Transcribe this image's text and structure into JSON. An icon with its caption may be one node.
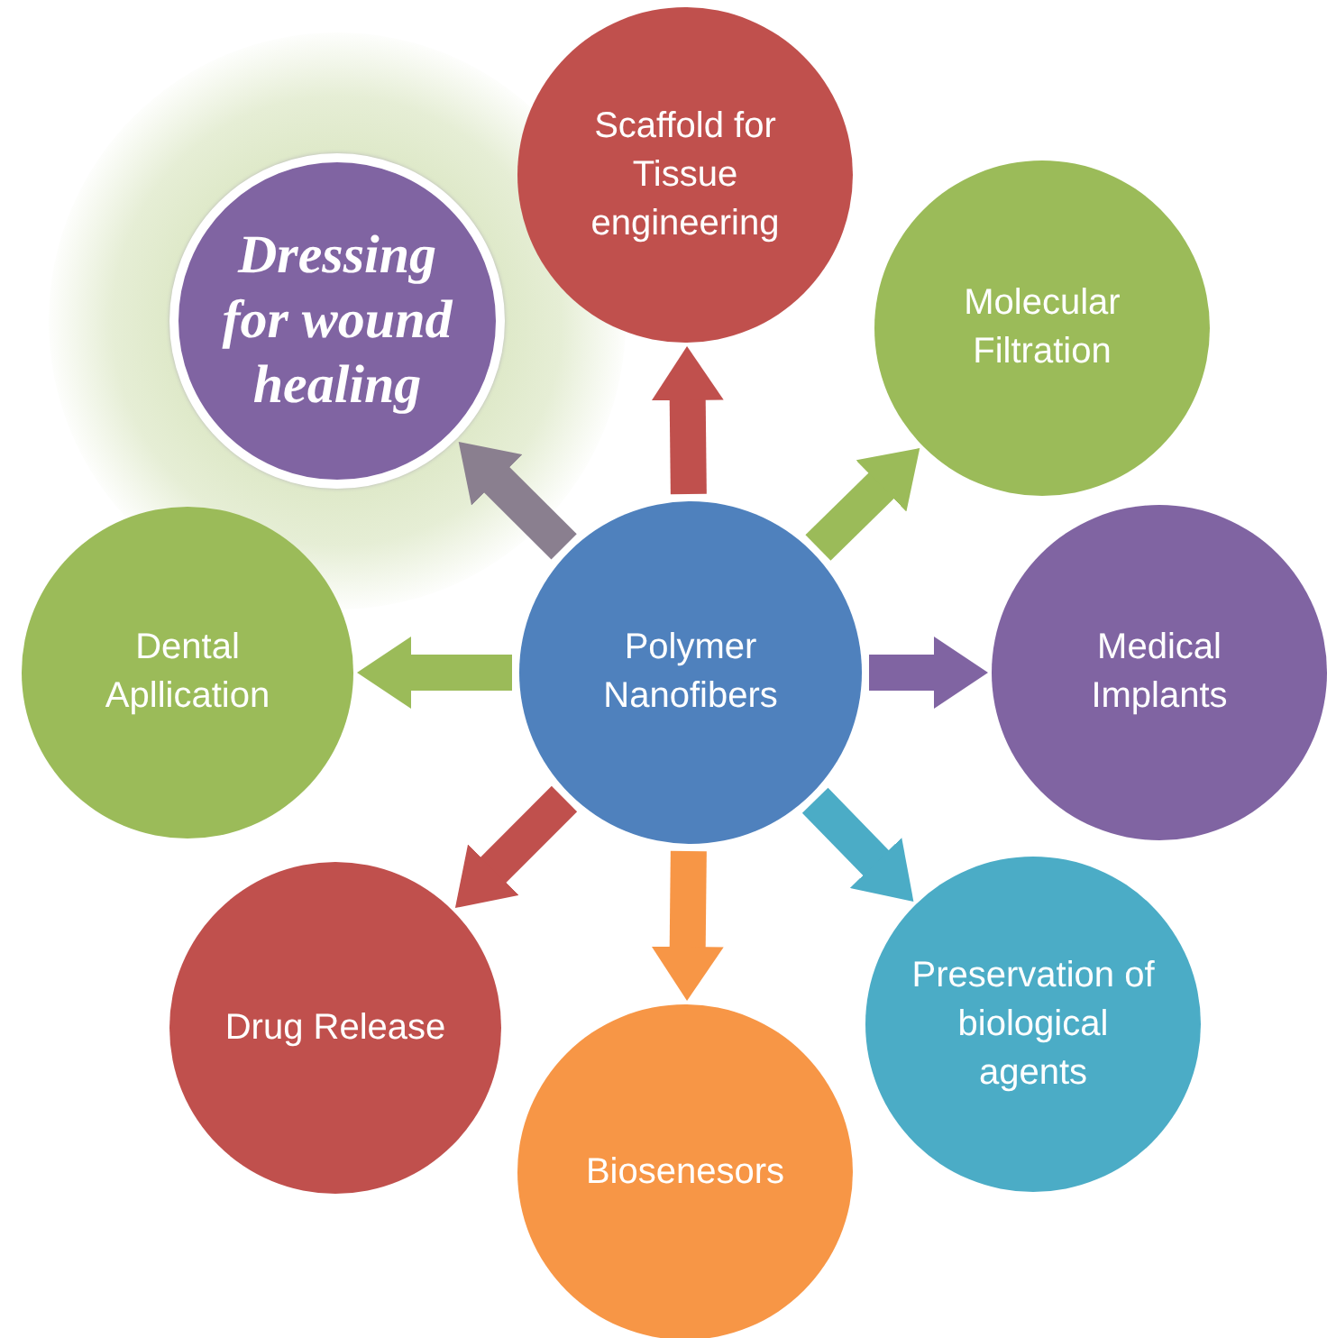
{
  "diagram": {
    "nodes": [
      {
        "text": [
          "Scaffold for Tissue engineering"
        ]
      },
      {
        "text": [
          "Dressing for wound healing"
        ]
      },
      {
        "text": [
          "Molecular Filtration"
        ]
      },
      {
        "text": [
          "Dental Apllication"
        ]
      },
      {
        "text": [
          "Polymer Nanofibers"
        ]
      },
      {
        "text": [
          "Medical Implants"
        ]
      },
      {
        "text": [
          "Drug Release"
        ]
      },
      {
        "text": [
          "Preservation of biological agents"
        ]
      },
      {
        "text": [
          "Biosenesors"
        ]
      }
    ],
    "edges": [
      {
        "from": 4,
        "to": 0,
        "arrow": "to",
        "color": "#c0504d"
      },
      {
        "from": 4,
        "to": 1,
        "arrow": "to",
        "color": "#8a7f8f"
      },
      {
        "from": 4,
        "to": 2,
        "arrow": "to",
        "color": "#9bbb59"
      },
      {
        "from": 4,
        "to": 3,
        "arrow": "to",
        "color": "#9bbb59"
      },
      {
        "from": 4,
        "to": 5,
        "arrow": "to",
        "color": "#8064a2"
      },
      {
        "from": 4,
        "to": 6,
        "arrow": "to",
        "color": "#c0504d"
      },
      {
        "from": 4,
        "to": 7,
        "arrow": "to",
        "color": "#4bacc6"
      },
      {
        "from": 4,
        "to": 8,
        "arrow": "to",
        "color": "#f79646"
      }
    ]
  }
}
